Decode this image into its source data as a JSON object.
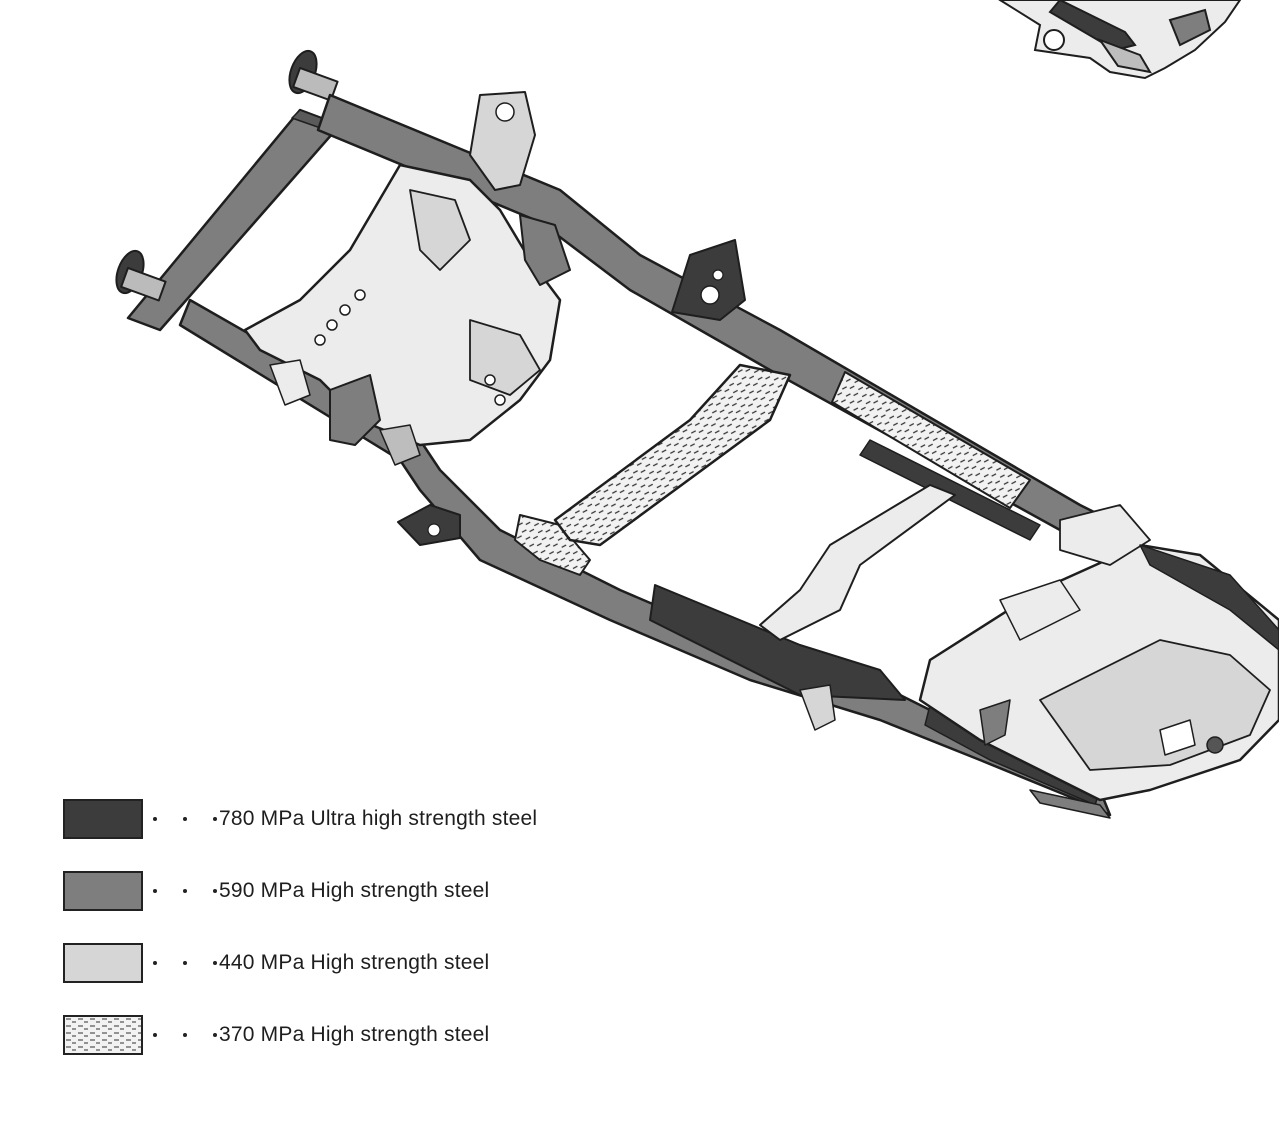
{
  "colors": {
    "ultra_780": "#3c3c3c",
    "high_590": "#7e7e7e",
    "high_440": "#d6d6d6",
    "high_370_pattern_bg": "#f2f2f2",
    "outline": "#1e1e1e"
  },
  "legend": {
    "items": [
      {
        "label": "780 MPa Ultra high strength steel",
        "swatch": "solid-dark"
      },
      {
        "label": "590 MPa High strength steel",
        "swatch": "solid-medium"
      },
      {
        "label": "440 MPa High strength steel",
        "swatch": "solid-light"
      },
      {
        "label": "370 MPa High strength steel",
        "swatch": "hatched-pattern"
      }
    ]
  }
}
